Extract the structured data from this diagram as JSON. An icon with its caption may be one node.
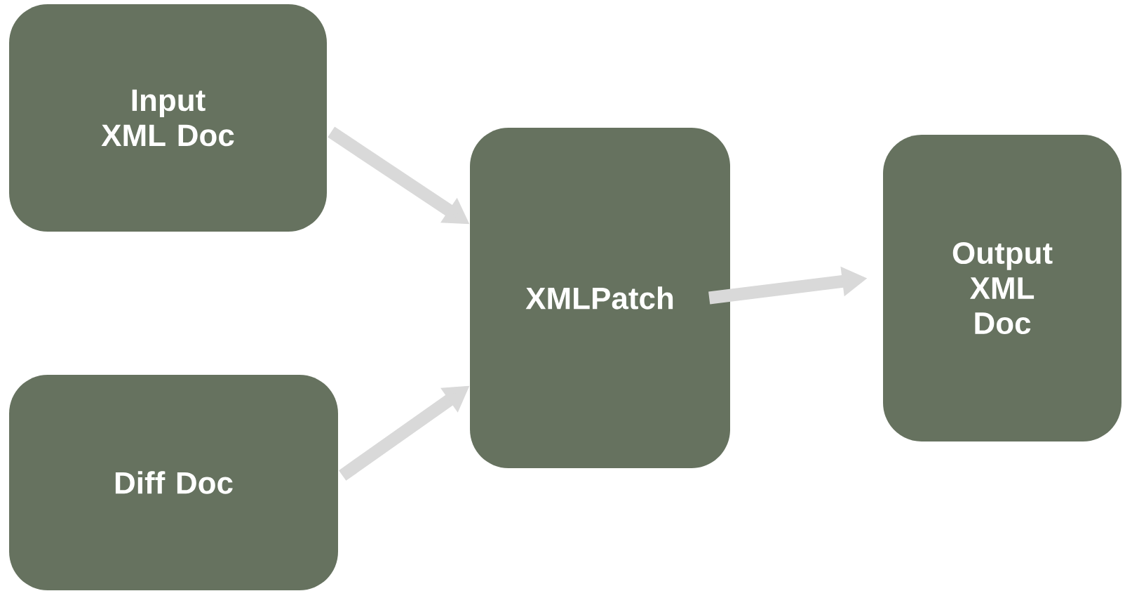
{
  "diagram": {
    "nodes": [
      {
        "text": [
          "Input XML Doc"
        ]
      },
      {
        "text": [
          "Diff  Doc"
        ]
      },
      {
        "text": [
          "XMLPatch"
        ]
      },
      {
        "text": [
          "Output XML Doc"
        ]
      }
    ],
    "edges": [
      {
        "from": 0,
        "to": 2,
        "arrow": "to"
      },
      {
        "from": 1,
        "to": 2,
        "arrow": "to"
      },
      {
        "from": 2,
        "to": 3,
        "arrow": "to"
      }
    ]
  }
}
